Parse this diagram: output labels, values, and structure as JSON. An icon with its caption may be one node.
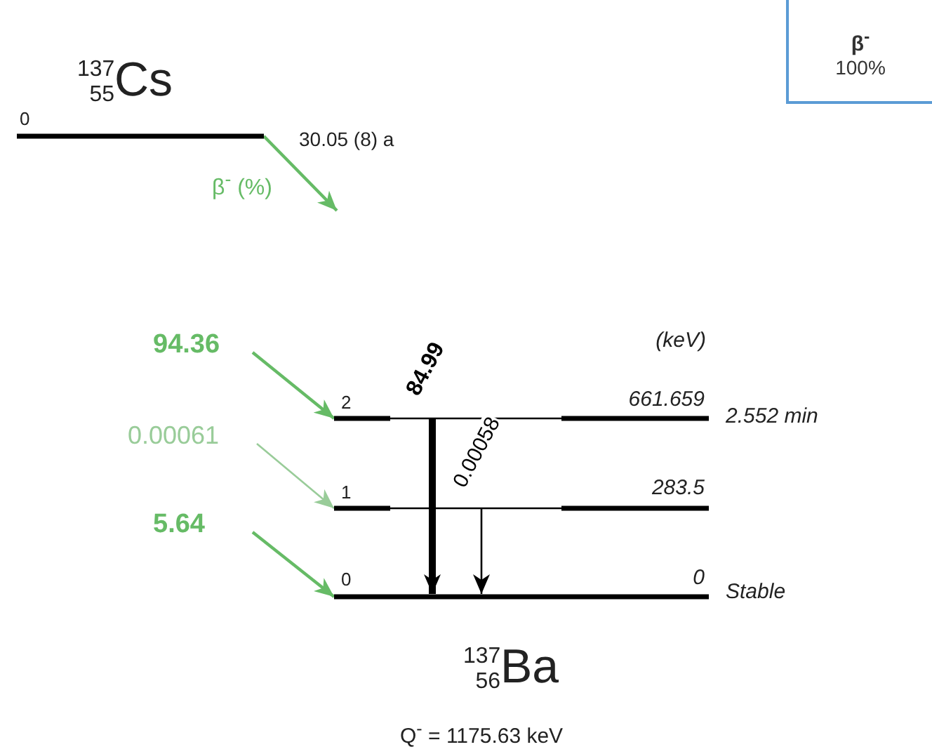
{
  "diagram": {
    "nodes": [
      {
        "text": [],
        "shape": "bar",
        "beside": [
          "$^{137}$$_{55}$Cs",
          "0",
          "30.05 (8) a"
        ]
      },
      {
        "text": [],
        "shape": "bar",
        "beside": [
          "(keV)",
          "2",
          "661.659",
          "2.552 min"
        ]
      },
      {
        "text": [],
        "shape": "bar",
        "beside": [
          "1",
          "283.5"
        ]
      },
      {
        "text": [],
        "shape": "bar",
        "beside": [
          "0",
          "0",
          "Stable",
          "$^{137}$$_{56}$Ba"
        ]
      },
      {
        "text": [
          "β$^{-}$",
          "100%"
        ]
      }
    ],
    "edges": [
      {
        "from": 0,
        "to": null,
        "arrow": "to",
        "label": "β$^{-}$ (%)",
        "color": "#66bb66"
      },
      {
        "from": null,
        "to": 1,
        "arrow": "to",
        "label": "94.36",
        "color": "#66bb66"
      },
      {
        "from": null,
        "to": 2,
        "arrow": "to",
        "label": "0.00061",
        "color": "#99cc99"
      },
      {
        "from": null,
        "to": 3,
        "arrow": "to",
        "label": "5.64",
        "color": "#66bb66"
      },
      {
        "from": 1,
        "to": 3,
        "arrow": "to",
        "label": "84.99",
        "style": "thick",
        "color": "#000000"
      },
      {
        "from": 2,
        "to": 3,
        "arrow": "to",
        "label": "0.00058",
        "color": "#000000"
      }
    ],
    "labels": [
      "Q$^{-}$ = 1175.63 keV"
    ]
  }
}
